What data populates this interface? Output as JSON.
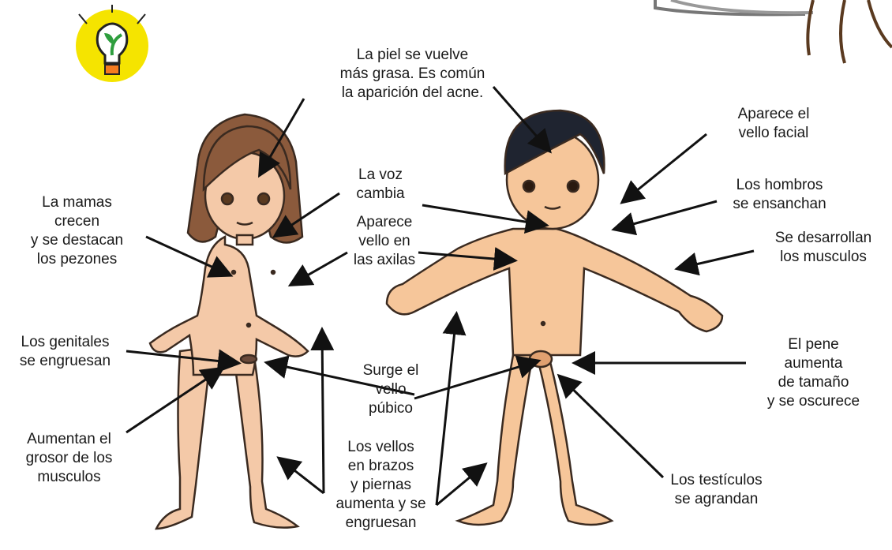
{
  "labels": {
    "piel": [
      "La piel se vuelve",
      "más grasa. Es común",
      "la aparición del acne."
    ],
    "vello_facial": [
      "Aparece el",
      "vello facial"
    ],
    "hombros": [
      "Los hombros",
      "se ensanchan"
    ],
    "musculos_hombre": [
      "Se desarrollan",
      "los musculos"
    ],
    "voz": [
      "La voz",
      "cambia"
    ],
    "axilas": [
      "Aparece",
      "vello en",
      "las axilas"
    ],
    "mamas": [
      "La mamas",
      "crecen",
      "y se destacan",
      "los pezones"
    ],
    "genitales": [
      "Los genitales",
      "se engruesan"
    ],
    "vello_pubico": [
      "Surge el",
      "vello",
      "púbico"
    ],
    "grosor_musculos": [
      "Aumentan el",
      "grosor de los",
      "musculos"
    ],
    "vellos_brazos": [
      "Los vellos",
      "en brazos",
      "y piernas",
      "aumenta y se",
      "engruesan"
    ],
    "pene": [
      "El pene",
      "aumenta",
      "de tamaño",
      "y se oscurece"
    ],
    "testiculos": [
      "Los testículos",
      "se agrandan"
    ]
  },
  "colors": {
    "skin": "#f6c69a",
    "skin_girl": "#f4c9a8",
    "hair_girl": "#8b5a3c",
    "hair_boy": "#1f2430",
    "bulb": "#f5e400",
    "outline": "#3a2a20"
  },
  "icons": [
    "lightbulb-icon",
    "chair-illustration"
  ]
}
